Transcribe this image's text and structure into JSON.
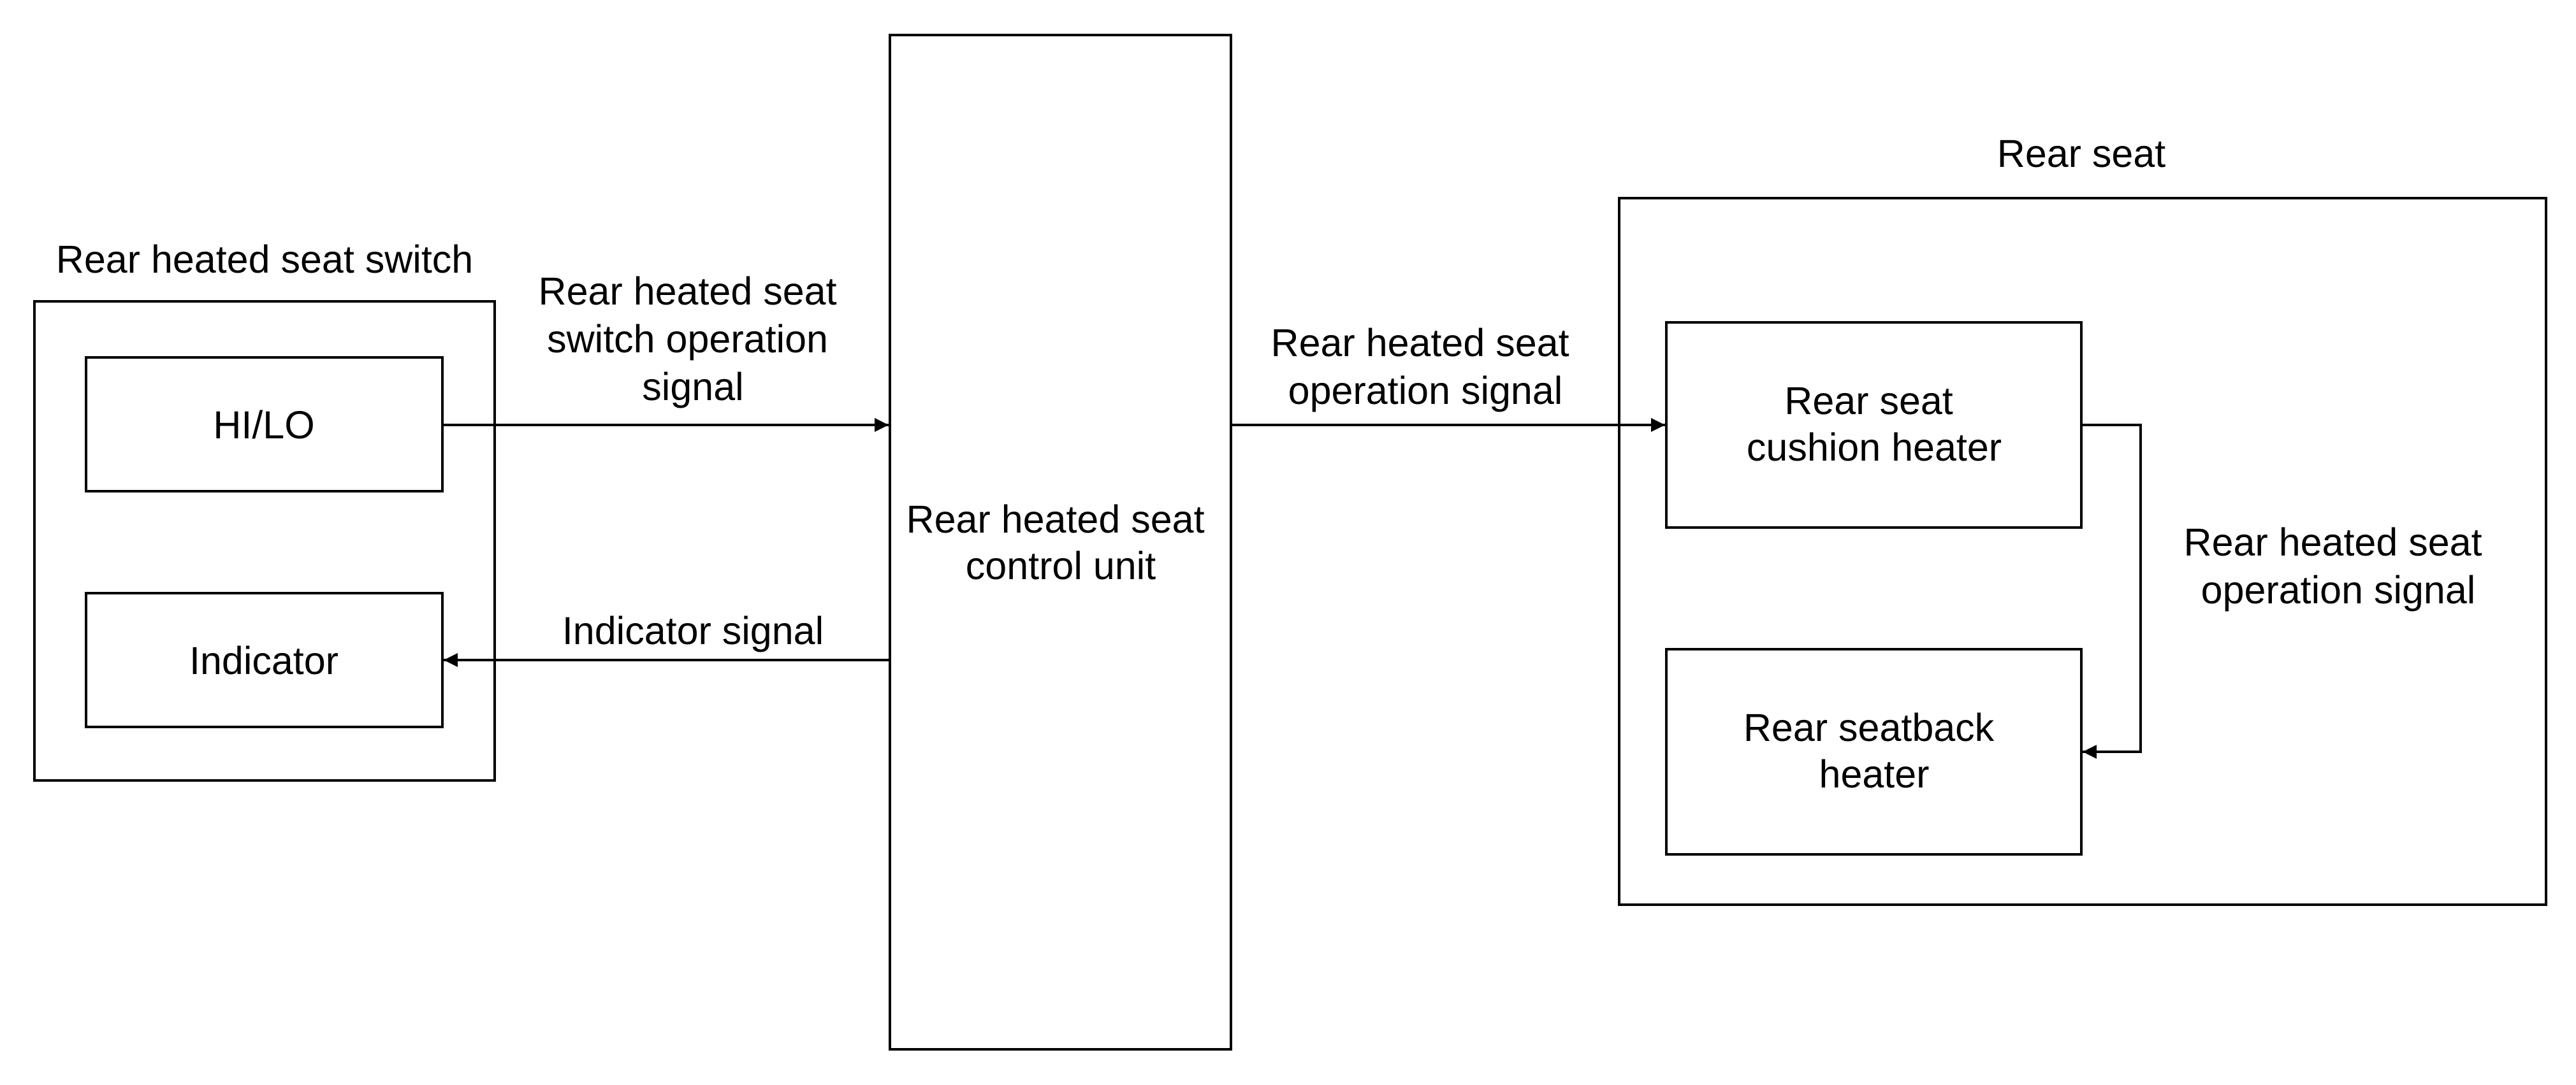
{
  "switch_group": {
    "title": "Rear heated seat switch",
    "hilo": "HI/LO",
    "indicator": "Indicator"
  },
  "control_unit": {
    "line1": "Rear heated seat",
    "line2": "control unit"
  },
  "rear_seat": {
    "title": "Rear seat",
    "cushion_heater": [
      "Rear seat",
      "cushion heater"
    ],
    "seatback_heater": [
      "Rear seatback",
      "heater"
    ]
  },
  "signals": {
    "switch_operation": [
      "Rear heated seat",
      "switch operation",
      "signal"
    ],
    "indicator": "Indicator signal",
    "seat_operation": [
      "Rear heated seat",
      "operation signal"
    ],
    "internal_operation": [
      "Rear heated seat",
      "operation signal"
    ]
  },
  "colors": {
    "line": "#000000",
    "background": "#ffffff",
    "text": "#000000"
  }
}
